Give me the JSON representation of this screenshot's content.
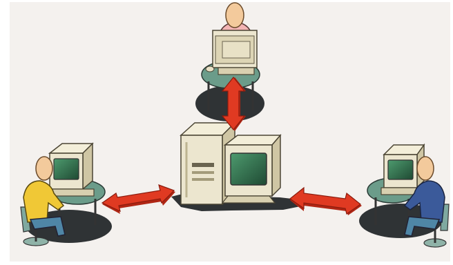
{
  "diagram": {
    "type": "client-server network illustration",
    "nodes": [
      {
        "id": "server",
        "role": "central server with monitor"
      },
      {
        "id": "user-top",
        "role": "client workstation"
      },
      {
        "id": "user-left",
        "role": "client workstation"
      },
      {
        "id": "user-right",
        "role": "client workstation"
      }
    ],
    "links": [
      {
        "from": "user-top",
        "to": "server",
        "style": "bidirectional-arrow"
      },
      {
        "from": "user-left",
        "to": "server",
        "style": "bidirectional-arrow"
      },
      {
        "from": "user-right",
        "to": "server",
        "style": "bidirectional-arrow"
      }
    ],
    "colors": {
      "paper": "#f4f1ee",
      "arrow": "#e03a22",
      "arrow_dark": "#b02614",
      "device_beige": "#ece6cf",
      "device_shadow": "#c9c0a0",
      "screen": "#2e6a48",
      "table_top": "#6b9c8a",
      "skin": "#f3ca9c",
      "shirt_left": "#f0c836",
      "shirt_right": "#3b5a9a",
      "shirt_top": "#f3b4b4",
      "pants": "#4f86a6",
      "floor_shadow": "#2f3335"
    }
  }
}
